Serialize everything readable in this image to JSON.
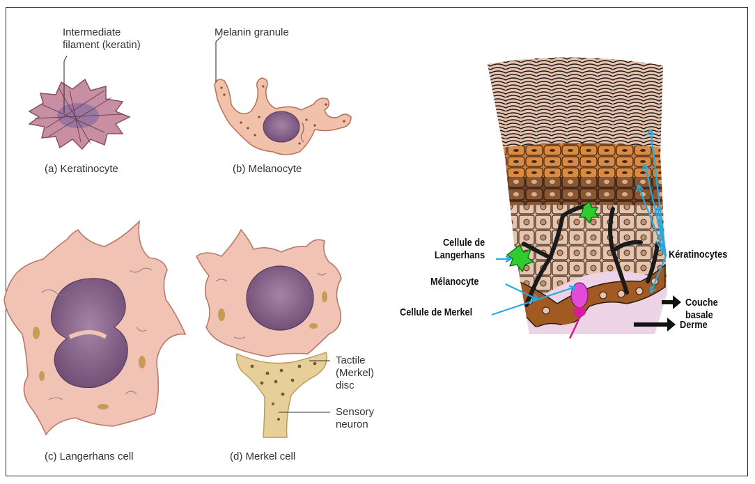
{
  "left_panel": {
    "keratinocyte": {
      "callout": "Intermediate\nfilament (keratin)",
      "caption": "(a) Keratinocyte"
    },
    "melanocyte": {
      "callout": "Melanin granule",
      "caption": "(b) Melanocyte"
    },
    "langerhans": {
      "caption": "(c) Langerhans cell"
    },
    "merkel": {
      "callout_disc": "Tactile\n(Merkel)\ndisc",
      "callout_neuron": "Sensory\nneuron",
      "caption": "(d) Merkel cell"
    }
  },
  "right_panel": {
    "labels": {
      "langerhans": "Cellule de\nLangerhans",
      "melanocyte": "Mélanocyte",
      "merkel": "Cellule de Merkel",
      "keratinocytes": "Kératinocytes",
      "basal_layer": "Couche basale",
      "dermis": "Derme"
    }
  },
  "colors": {
    "cell_pink": "#e9b6a6",
    "nucleus_purple": "#8e6a8f",
    "keratinocyte_mauve": "#b48497",
    "tactile_disc_yellow": "#e6cf98",
    "callout_arrow_blue": "#29a9e0",
    "corneum_tan": "#e4b9a0",
    "granulosum_orange": "#c7742f",
    "spinosum_brown": "#7a4a2a",
    "basal_brown": "#a05a22",
    "dermis_lilac": "#ecd3e6",
    "langerhans_green": "#2ecc2e",
    "merkel_magenta": "#e24ad8"
  }
}
